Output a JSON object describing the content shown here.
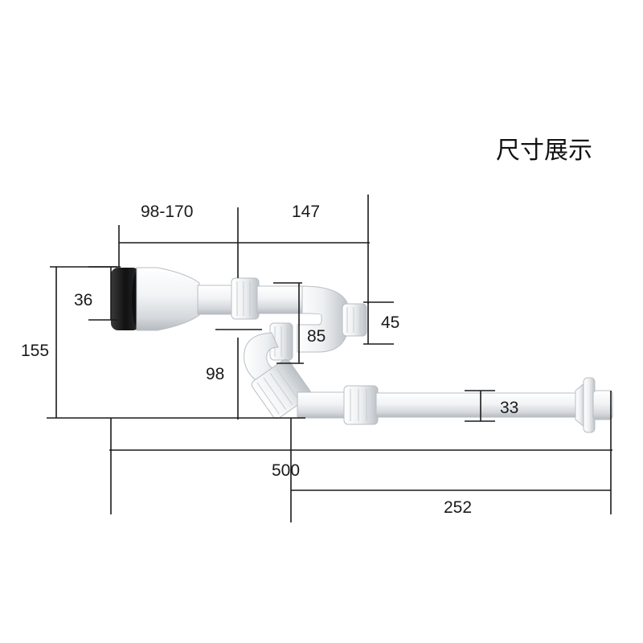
{
  "title": "尺寸展示",
  "dimensions": {
    "trap_to_drain": "98-170",
    "trap_width": "147",
    "inlet_diameter": "36",
    "total_height": "155",
    "trap_depth": "85",
    "outlet_diameter": "45",
    "drop_height": "98",
    "pipe_diameter": "33",
    "total_length": "500",
    "straight_length": "252"
  },
  "colors": {
    "pipe": "#eef0f2",
    "pipe_shade": "#c9cdd1",
    "seal": "#151515",
    "line": "#1a1a1a"
  }
}
